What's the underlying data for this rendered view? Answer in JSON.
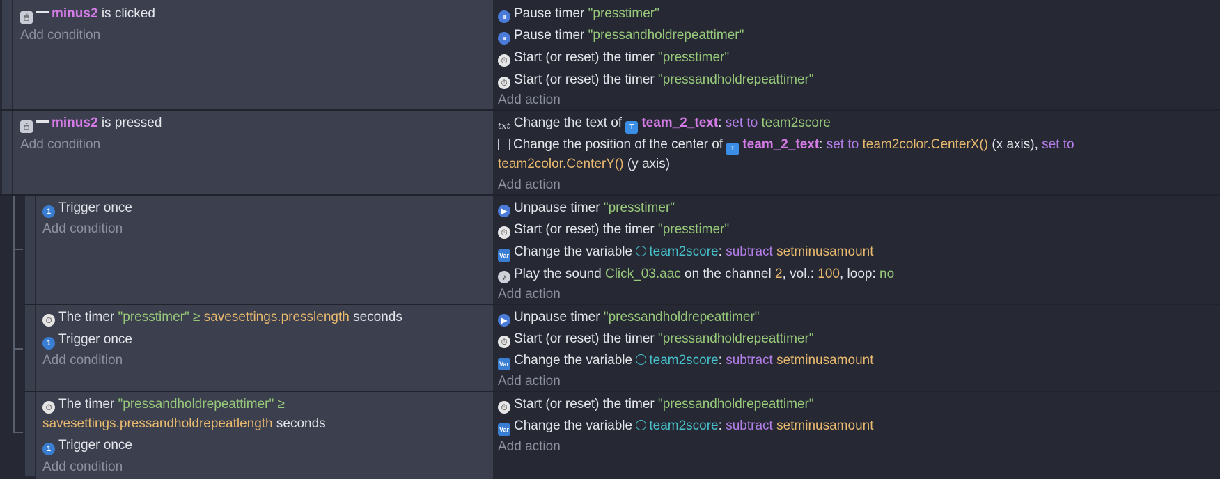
{
  "colors": {
    "background": "#262934",
    "condition_bg": "#3b3f4e",
    "object_name": "#d47be6",
    "string": "#98c97a",
    "number": "#e8b96e",
    "keyword": "#b47ee8",
    "variable": "#47c2cc"
  },
  "common": {
    "add_condition": "Add condition",
    "add_action": "Add action"
  },
  "event1": {
    "cond1": {
      "icon": "mouse-icon",
      "object": "minus2",
      "text": "is clicked"
    },
    "actions": [
      {
        "icon": "pause-timer-icon",
        "text": "Pause timer",
        "value": "\"presstimer\""
      },
      {
        "icon": "pause-timer-icon",
        "text": "Pause timer",
        "value": "\"pressandholdrepeattimer\""
      },
      {
        "icon": "clock-icon",
        "text": "Start (or reset) the timer",
        "value": "\"presstimer\""
      },
      {
        "icon": "clock-icon",
        "text": "Start (or reset) the timer",
        "value": "\"pressandholdrepeattimer\""
      }
    ]
  },
  "event2": {
    "cond1": {
      "icon": "mouse-icon",
      "object": "minus2",
      "text": "is pressed"
    },
    "action1": {
      "text": "Change the text of",
      "object": "team_2_text",
      "colon": ":",
      "kw": "set to",
      "value": "team2score"
    },
    "action2": {
      "text": "Change the position of the center of",
      "object": "team_2_text",
      "colon": ":",
      "kw1": "set to",
      "val1": "team2color.CenterX()",
      "suffix1": "(x axis),",
      "kw2": "set to",
      "val2": "team2color.CenterY()",
      "suffix2": "(y axis)"
    }
  },
  "sub1": {
    "cond1": "Trigger once",
    "actions": {
      "a1": {
        "text": "Unpause timer",
        "value": "\"presstimer\""
      },
      "a2": {
        "text": "Start (or reset) the timer",
        "value": "\"presstimer\""
      },
      "a3": {
        "text": "Change the variable",
        "var": "team2score",
        "colon": ":",
        "kw": "subtract",
        "value": "setminusamount"
      },
      "a4": {
        "text": "Play the sound",
        "file": "Click_03.aac",
        "t2": "on the channel",
        "channel": "2",
        "t3": ", vol.:",
        "vol": "100",
        "t4": ", loop:",
        "loop": "no"
      }
    }
  },
  "sub2": {
    "cond1": {
      "text": "The timer",
      "value": "\"presstimer\"",
      "op": "≥",
      "expr": "savesettings.presslength",
      "unit": "seconds"
    },
    "cond2": "Trigger once",
    "actions": {
      "a1": {
        "text": "Unpause timer",
        "value": "\"pressandholdrepeattimer\""
      },
      "a2": {
        "text": "Start (or reset) the timer",
        "value": "\"pressandholdrepeattimer\""
      },
      "a3": {
        "text": "Change the variable",
        "var": "team2score",
        "colon": ":",
        "kw": "subtract",
        "value": "setminusamount"
      }
    }
  },
  "sub3": {
    "cond1": {
      "text": "The timer",
      "value": "\"pressandholdrepeattimer\"",
      "op": "≥",
      "expr": "savesettings.pressandholdrepeatlength",
      "unit": "seconds"
    },
    "cond2": "Trigger once",
    "actions": {
      "a1": {
        "text": "Start (or reset) the timer",
        "value": "\"pressandholdrepeattimer\""
      },
      "a2": {
        "text": "Change the variable",
        "var": "team2score",
        "colon": ":",
        "kw": "subtract",
        "value": "setminusamount"
      }
    }
  }
}
